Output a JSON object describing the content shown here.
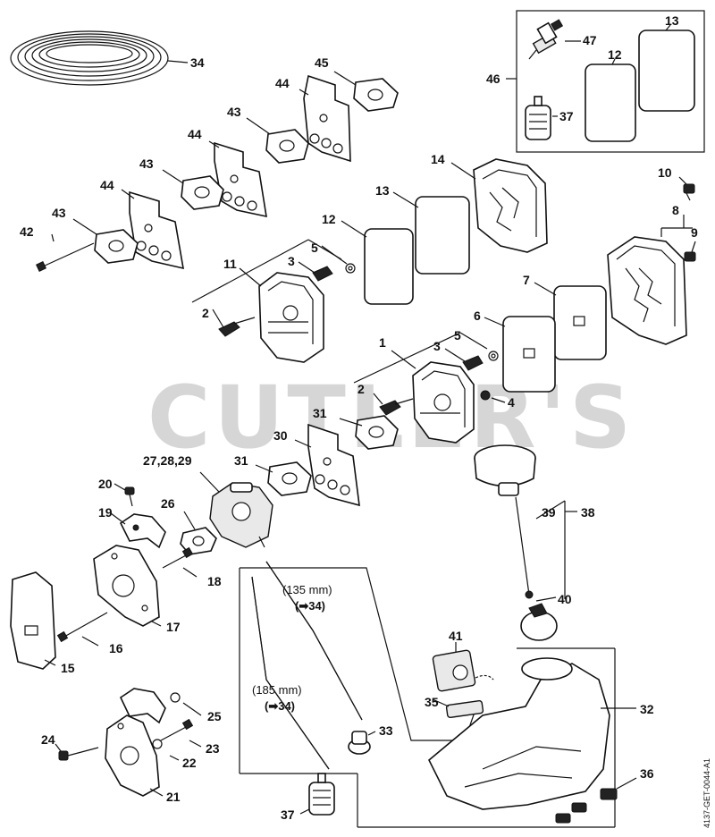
{
  "watermark": "CUTLER'S",
  "drawing_code": "4137-GET-0044-A1",
  "hose_notes": {
    "upper_length": "(135 mm)",
    "upper_ref": "(➡34)",
    "lower_length": "(185 mm)",
    "lower_ref": "(➡34)"
  },
  "labels": {
    "l1": "1",
    "l2a": "2",
    "l2b": "2",
    "l3a": "3",
    "l3b": "3",
    "l4": "4",
    "l5a": "5",
    "l5b": "5",
    "l6": "6",
    "l7": "7",
    "l8": "8",
    "l9": "9",
    "l10": "10",
    "l11": "11",
    "l12a": "12",
    "l12b": "12",
    "l13a": "13",
    "l13b": "13",
    "l14": "14",
    "l15": "15",
    "l16": "16",
    "l17": "17",
    "l18": "18",
    "l19": "19",
    "l20": "20",
    "l21": "21",
    "l22": "22",
    "l23": "23",
    "l24": "24",
    "l25": "25",
    "l26": "26",
    "l27": "27,28,29",
    "l30": "30",
    "l31a": "31",
    "l31b": "31",
    "l32": "32",
    "l33": "33",
    "l34": "34",
    "l35": "35",
    "l36": "36",
    "l37a": "37",
    "l37b": "37",
    "l38": "38",
    "l39": "39",
    "l40": "40",
    "l41": "41",
    "l42": "42",
    "l43a": "43",
    "l43b": "43",
    "l43c": "43",
    "l44a": "44",
    "l44b": "44",
    "l44c": "44",
    "l45": "45",
    "l46": "46",
    "l47": "47"
  }
}
